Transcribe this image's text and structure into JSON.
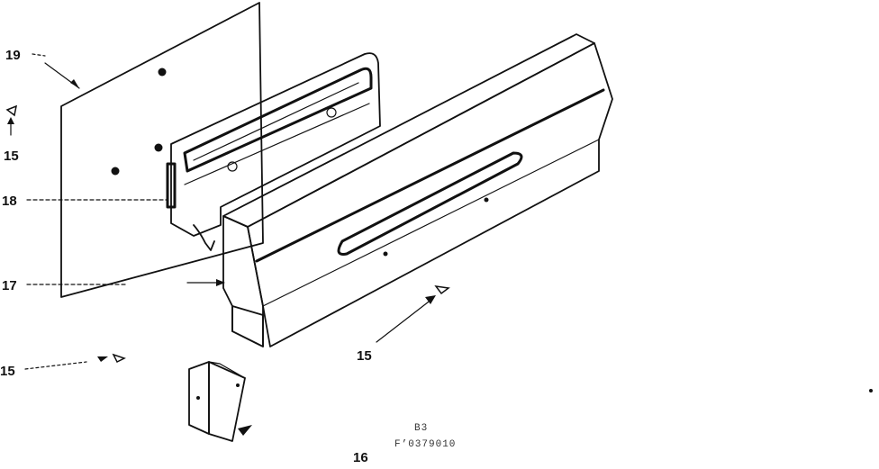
{
  "callouts": {
    "c19": "19",
    "c15_a": "15",
    "c18": "18",
    "c17": "17",
    "c15_b": "15",
    "c15_c": "15",
    "c16": "16"
  },
  "caption": {
    "line1": "B3",
    "line2": "F’0379010"
  }
}
